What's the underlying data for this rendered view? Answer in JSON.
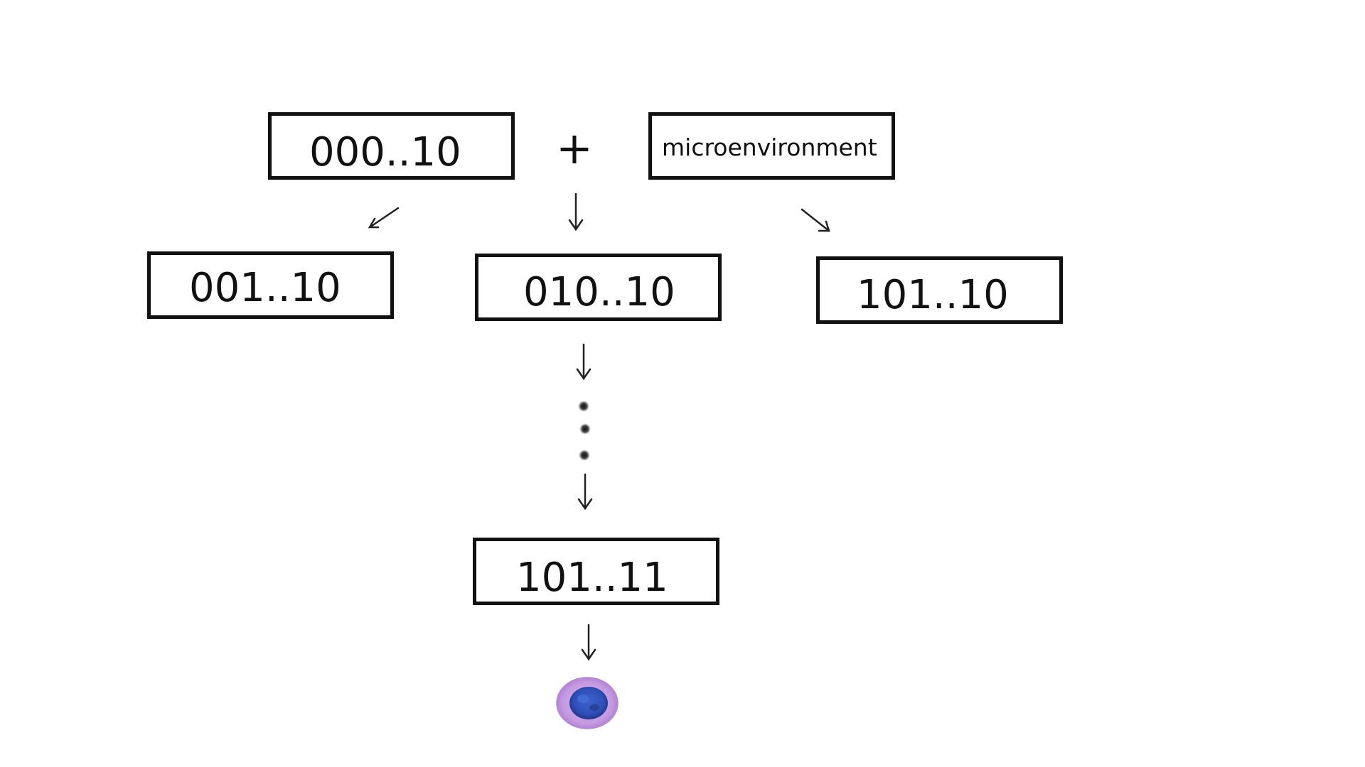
{
  "diagram": {
    "nodes": {
      "root": "000..10",
      "microenvironment": "microenvironment",
      "left_child": "001..10",
      "middle_child": "010..10",
      "right_child": "101..10",
      "final_state": "101..11"
    },
    "operator": "+",
    "ellipsis_dots": 3,
    "terminal_icon": "cell-icon",
    "colors": {
      "stroke": "#111111",
      "cell_membrane": "#c49ae0",
      "cell_nucleus": "#2f4fb8"
    }
  }
}
